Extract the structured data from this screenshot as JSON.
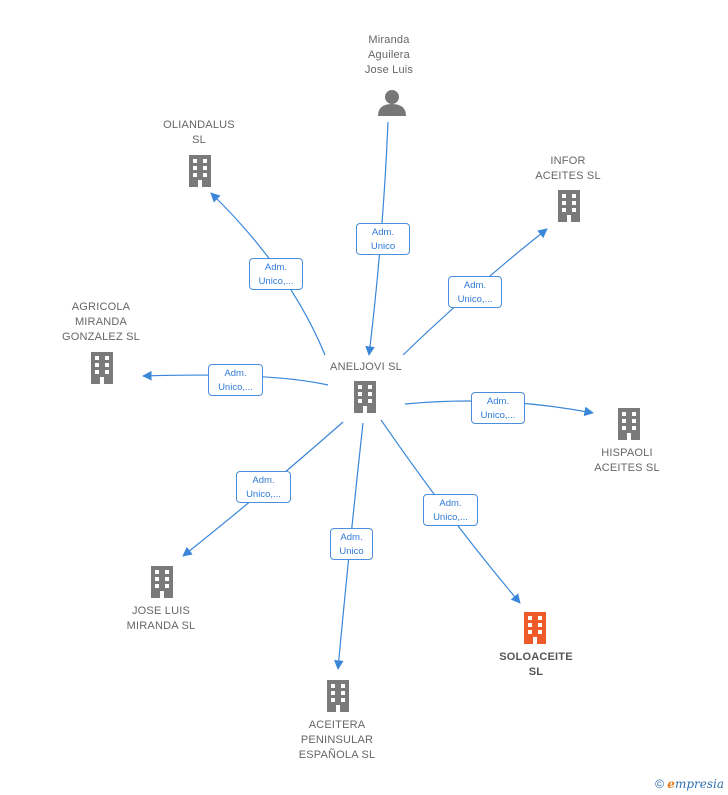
{
  "nodes": {
    "center": {
      "label": "ANELJOVI  SL"
    },
    "person": {
      "label": "Miranda\nAguilera\nJose Luis"
    },
    "oliandalus": {
      "label": "OLIANDALUS\nSL"
    },
    "infor": {
      "label": "INFOR\nACEITES  SL"
    },
    "agricola": {
      "label": "AGRICOLA\nMIRANDA\nGONZALEZ  SL"
    },
    "hispaoli": {
      "label": "HISPAOLI\nACEITES  SL"
    },
    "joseluis": {
      "label": "JOSE LUIS\nMIRANDA  SL"
    },
    "soloaceite": {
      "label": "SOLOACEITE\nSL"
    },
    "aceitera": {
      "label": "ACEITERA\nPENINSULAR\nESPAÑOLA SL"
    }
  },
  "edges": {
    "person": "Adm.\nUnico",
    "oliandalus": "Adm.\nUnico,...",
    "infor": "Adm.\nUnico,...",
    "agricola": "Adm.\nUnico,...",
    "hispaoli": "Adm.\nUnico,...",
    "joseluis": "Adm.\nUnico,...",
    "aceitera": "Adm.\nUnico",
    "soloaceite": "Adm.\nUnico,..."
  },
  "colors": {
    "company": "#7a7a7a",
    "highlight": "#f05a28",
    "edge": "#3a86d8",
    "person": "#777777"
  },
  "footer": {
    "copyright": "©",
    "brand_e": "e",
    "brand_rest": "mpresia"
  }
}
